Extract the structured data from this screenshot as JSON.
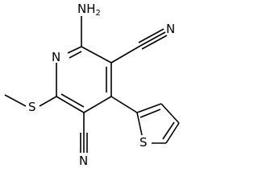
{
  "molecule": {
    "atoms": {
      "amino_nitrogen": "NH",
      "amino_subscript": "2",
      "ring_nitrogen": "N",
      "nitrile_nitrogen_top": "N",
      "nitrile_nitrogen_bottom": "N",
      "thioether_sulfur": "S",
      "thiophene_sulfur": "S"
    }
  }
}
